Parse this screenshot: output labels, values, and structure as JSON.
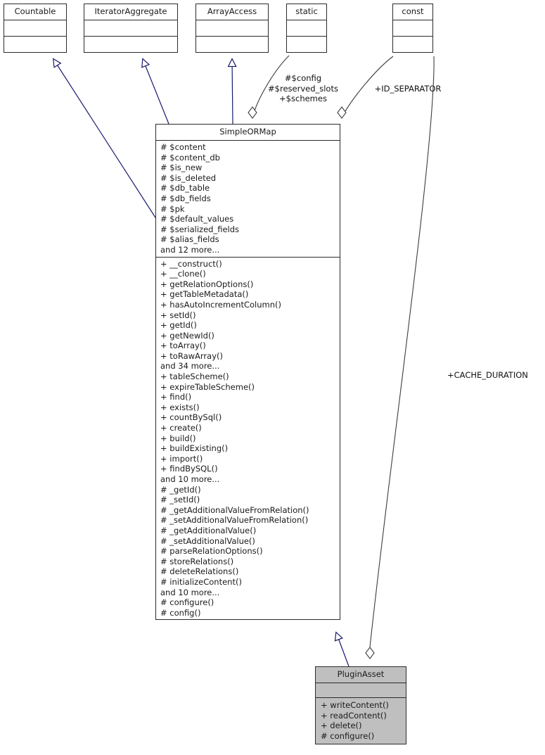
{
  "diagram": {
    "type": "uml-class-diagram",
    "title": "SimpleORMap class hierarchy"
  },
  "colors": {
    "inheritance_line": "#191970",
    "association_line": "#3d3d3d",
    "box_border": "#2b2b2b",
    "box_fill": "#ffffff",
    "highlight_fill": "#bfbfbf",
    "text": "#1a1a1a"
  },
  "classes": {
    "countable": {
      "name": "Countable",
      "attributes": [],
      "methods": []
    },
    "iterator_aggregate": {
      "name": "IteratorAggregate",
      "attributes": [],
      "methods": []
    },
    "array_access": {
      "name": "ArrayAccess",
      "attributes": [],
      "methods": []
    },
    "static": {
      "name": "static",
      "attributes": [],
      "methods": []
    },
    "const": {
      "name": "const",
      "attributes": [],
      "methods": []
    },
    "simple_ormap": {
      "name": "SimpleORMap",
      "attributes": [
        "# $content",
        "# $content_db",
        "# $is_new",
        "# $is_deleted",
        "# $db_table",
        "# $db_fields",
        "# $pk",
        "# $default_values",
        "# $serialized_fields",
        "# $alias_fields",
        "and 12 more..."
      ],
      "methods": [
        "+ __construct()",
        "+ __clone()",
        "+ getRelationOptions()",
        "+ getTableMetadata()",
        "+ hasAutoIncrementColumn()",
        "+ setId()",
        "+ getId()",
        "+ getNewId()",
        "+ toArray()",
        "+ toRawArray()",
        "and 34 more...",
        "+ tableScheme()",
        "+ expireTableScheme()",
        "+ find()",
        "+ exists()",
        "+ countBySql()",
        "+ create()",
        "+ build()",
        "+ buildExisting()",
        "+ import()",
        "+ findBySQL()",
        "and 10 more...",
        "# _getId()",
        "# _setId()",
        "# _getAdditionalValueFromRelation()",
        "# _setAdditionalValueFromRelation()",
        "# _getAdditionalValue()",
        "# _setAdditionalValue()",
        "# parseRelationOptions()",
        "# storeRelations()",
        "# deleteRelations()",
        "# initializeContent()",
        "and 10 more...",
        "# configure()",
        "# config()"
      ]
    },
    "plugin_asset": {
      "name": "PluginAsset",
      "attributes": [],
      "methods": [
        "+ writeContent()",
        "+ readContent()",
        "+ delete()",
        "# configure()"
      ]
    }
  },
  "edge_labels": {
    "static_to_simple_ormap": "#$config\n#$reserved_slots\n+$schemes",
    "static_to_simple_ormap_lines": [
      "#$config",
      "#$reserved_slots",
      "+$schemes"
    ],
    "const_to_simple_ormap": "+ID_SEPARATOR",
    "const_to_plugin_asset": "+CACHE_DURATION"
  },
  "relationships": [
    {
      "from": "SimpleORMap",
      "to": "Countable",
      "kind": "generalization"
    },
    {
      "from": "SimpleORMap",
      "to": "IteratorAggregate",
      "kind": "generalization"
    },
    {
      "from": "SimpleORMap",
      "to": "ArrayAccess",
      "kind": "generalization"
    },
    {
      "from": "SimpleORMap",
      "to": "static",
      "kind": "aggregation",
      "label": "#$config #$reserved_slots +$schemes"
    },
    {
      "from": "SimpleORMap",
      "to": "const",
      "kind": "aggregation",
      "label": "+ID_SEPARATOR"
    },
    {
      "from": "PluginAsset",
      "to": "SimpleORMap",
      "kind": "generalization"
    },
    {
      "from": "PluginAsset",
      "to": "const",
      "kind": "aggregation",
      "label": "+CACHE_DURATION"
    }
  ]
}
